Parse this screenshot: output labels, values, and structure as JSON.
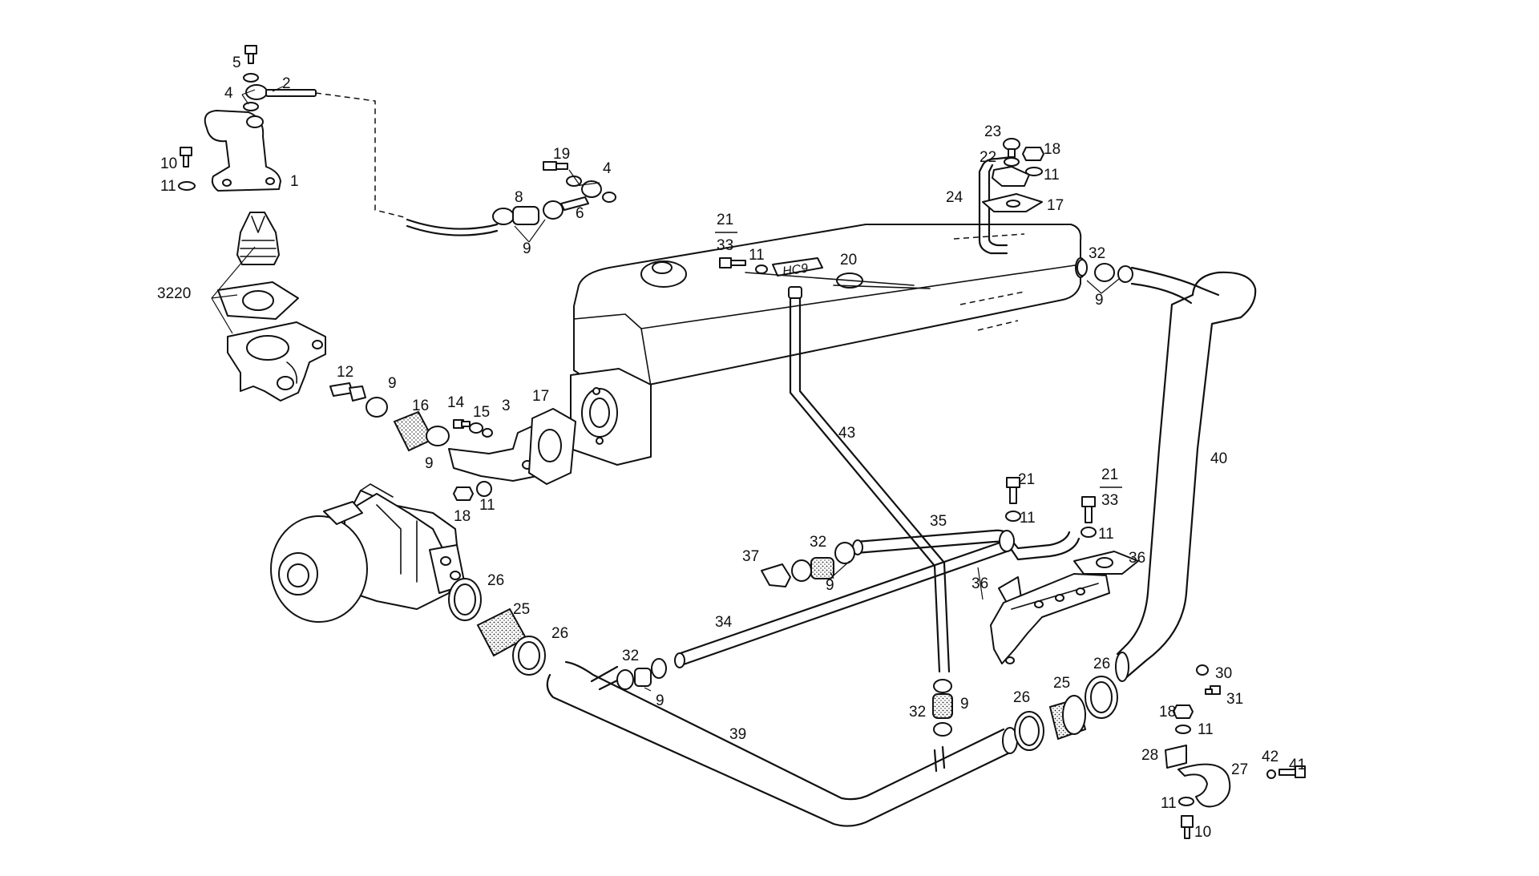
{
  "callouts": {
    "c1": "1",
    "c2": "2",
    "c3": "3",
    "c4a": "4",
    "c4b": "4",
    "c5": "5",
    "c6": "6",
    "c8": "8",
    "c9a": "9",
    "c9b": "9",
    "c9c": "9",
    "c9d": "9",
    "c9e": "9",
    "c9f": "9",
    "c9g": "9",
    "c10a": "10",
    "c10b": "10",
    "c11a": "11",
    "c11b": "11",
    "c11c": "11",
    "c11d": "11",
    "c11e": "11",
    "c11f": "11",
    "c11g": "11",
    "c11h": "11",
    "c12": "12",
    "c14": "14",
    "c15": "15",
    "c16": "16",
    "c17a": "17",
    "c17b": "17",
    "c18a": "18",
    "c18b": "18",
    "c18c": "18",
    "c19": "19",
    "c20": "20",
    "c21a": "21",
    "c33a": "33",
    "c21b": "21",
    "c21c": "21",
    "c33c": "33",
    "c22": "22",
    "c23": "23",
    "c24": "24",
    "c25a": "25",
    "c25b": "25",
    "c26a": "26",
    "c26b": "26",
    "c26c": "26",
    "c26d": "26",
    "c27": "27",
    "c28": "28",
    "c30": "30",
    "c31": "31",
    "c32a": "32",
    "c32b": "32",
    "c32c": "32",
    "c32d": "32",
    "c34": "34",
    "c35": "35",
    "c36a": "36",
    "c36b": "36",
    "c37": "37",
    "c39": "39",
    "c40": "40",
    "c41": "41",
    "c42": "42",
    "c43": "43",
    "c3220": "3220"
  }
}
